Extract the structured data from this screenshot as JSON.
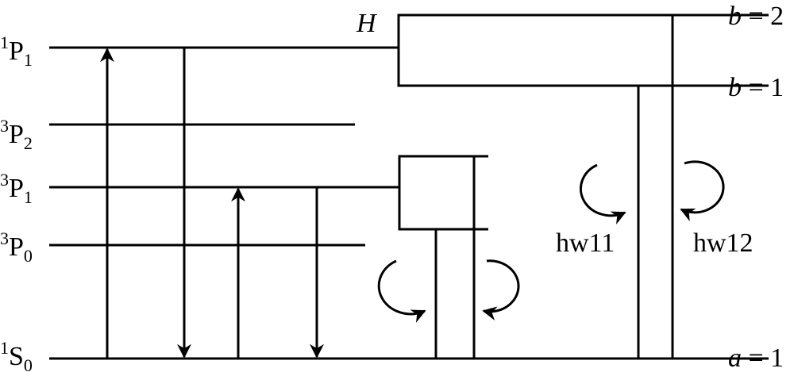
{
  "levels": {
    "p1_singlet": {
      "sup": "1",
      "base": "P",
      "sub": "1"
    },
    "p2_triplet": {
      "sup": "3",
      "base": "P",
      "sub": "2"
    },
    "p1_triplet": {
      "sup": "3",
      "base": "P",
      "sub": "1"
    },
    "p0_triplet": {
      "sup": "3",
      "base": "P",
      "sub": "0"
    },
    "s0_singlet": {
      "sup": "1",
      "base": "S",
      "sub": "0"
    }
  },
  "h_label": "H",
  "right_labels": {
    "b2": {
      "var": "b",
      "rest": " = 2"
    },
    "b1": {
      "var": "b",
      "rest": " = 1"
    },
    "a1": {
      "var": "a",
      "rest": " = 1"
    }
  },
  "waveguide_labels": {
    "hw11": "hw11",
    "hw12": "hw12"
  }
}
